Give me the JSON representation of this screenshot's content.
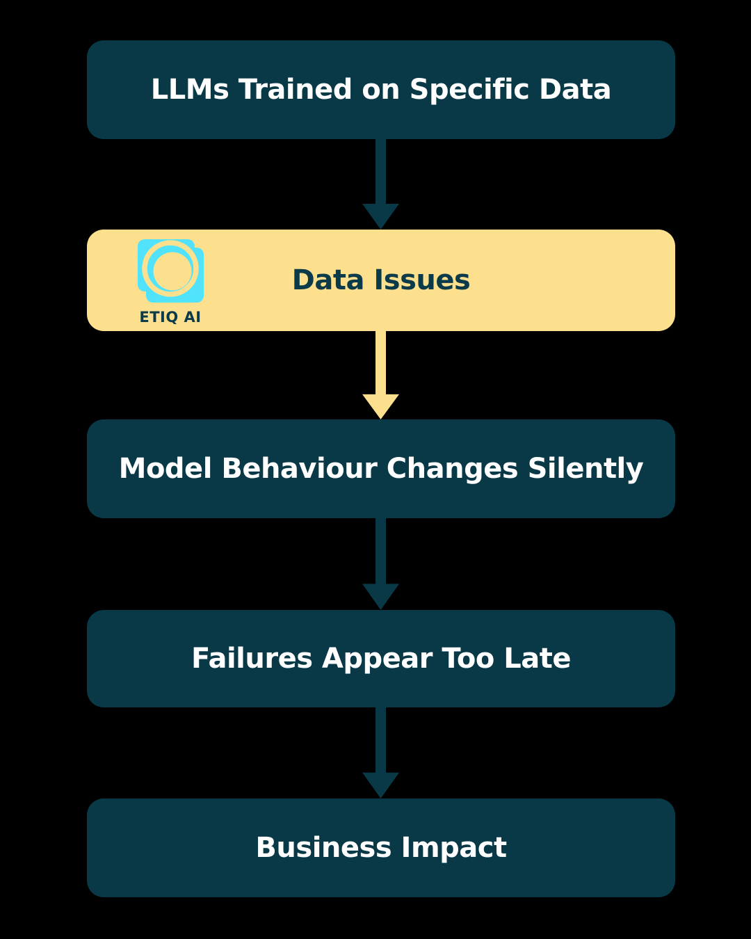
{
  "colors": {
    "bg": "#000000",
    "dark": "#093847",
    "yellow": "#FDE08D",
    "cyan": "#50E3FB",
    "text-light": "#FFFFFF",
    "text-dark": "#0B3A4A"
  },
  "brand": {
    "name": "ETIQ AI"
  },
  "flow": {
    "type": "vertical-flowchart",
    "nodes": [
      {
        "id": "llms-trained",
        "label": "LLMs Trained on Specific Data",
        "style": "dark"
      },
      {
        "id": "data-issues",
        "label": "Data Issues",
        "style": "highlight",
        "badge": "ETIQ AI"
      },
      {
        "id": "model-behaviour",
        "label": "Model Behaviour Changes Silently",
        "style": "dark"
      },
      {
        "id": "failures-late",
        "label": "Failures Appear Too Late",
        "style": "dark"
      },
      {
        "id": "business-impact",
        "label": "Business Impact",
        "style": "dark"
      }
    ],
    "connectors": [
      {
        "from": "llms-trained",
        "to": "data-issues",
        "color": "dark"
      },
      {
        "from": "data-issues",
        "to": "model-behaviour",
        "color": "yellow"
      },
      {
        "from": "model-behaviour",
        "to": "failures-late",
        "color": "dark"
      },
      {
        "from": "failures-late",
        "to": "business-impact",
        "color": "dark"
      }
    ]
  }
}
